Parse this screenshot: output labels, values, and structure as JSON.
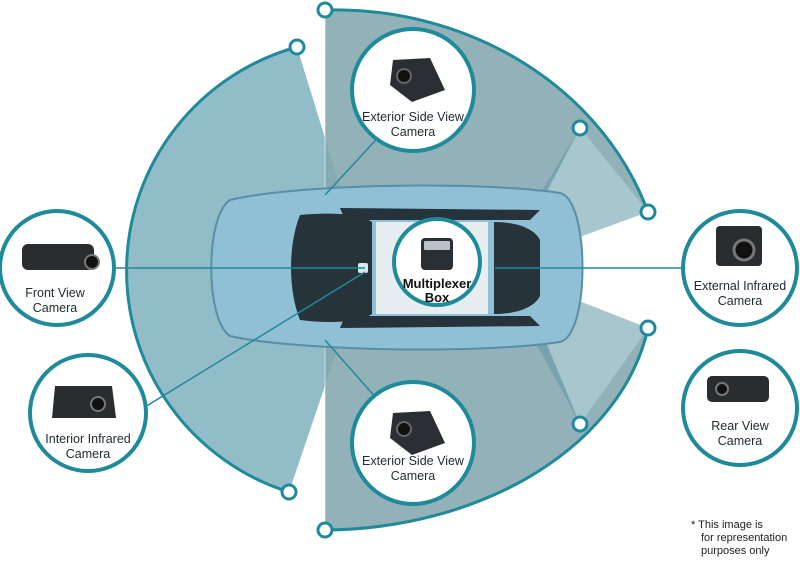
{
  "cameras": {
    "exterior_side_top": {
      "line1": "Exterior Side View",
      "line2": "Camera"
    },
    "exterior_side_bottom": {
      "line1": "Exterior Side View",
      "line2": "Camera"
    },
    "front_view": {
      "line1": "Front View",
      "line2": "Camera"
    },
    "interior_infrared": {
      "line1": "Interior Infrared",
      "line2": "Camera"
    },
    "external_infrared": {
      "line1": "External Infrared",
      "line2": "Camera"
    },
    "rear_view": {
      "line1": "Rear View",
      "line2": "Camera"
    }
  },
  "multiplexer": {
    "line1": "Multiplexer",
    "line2": "Box"
  },
  "disclaimer": {
    "line1": "* This image is",
    "line2": "for representation",
    "line3": "purposes only"
  },
  "colors": {
    "ring": "#1f8a9a",
    "coverage": "#7da9b3",
    "car_body": "#8fc0d6",
    "car_glass": "#26333b"
  }
}
